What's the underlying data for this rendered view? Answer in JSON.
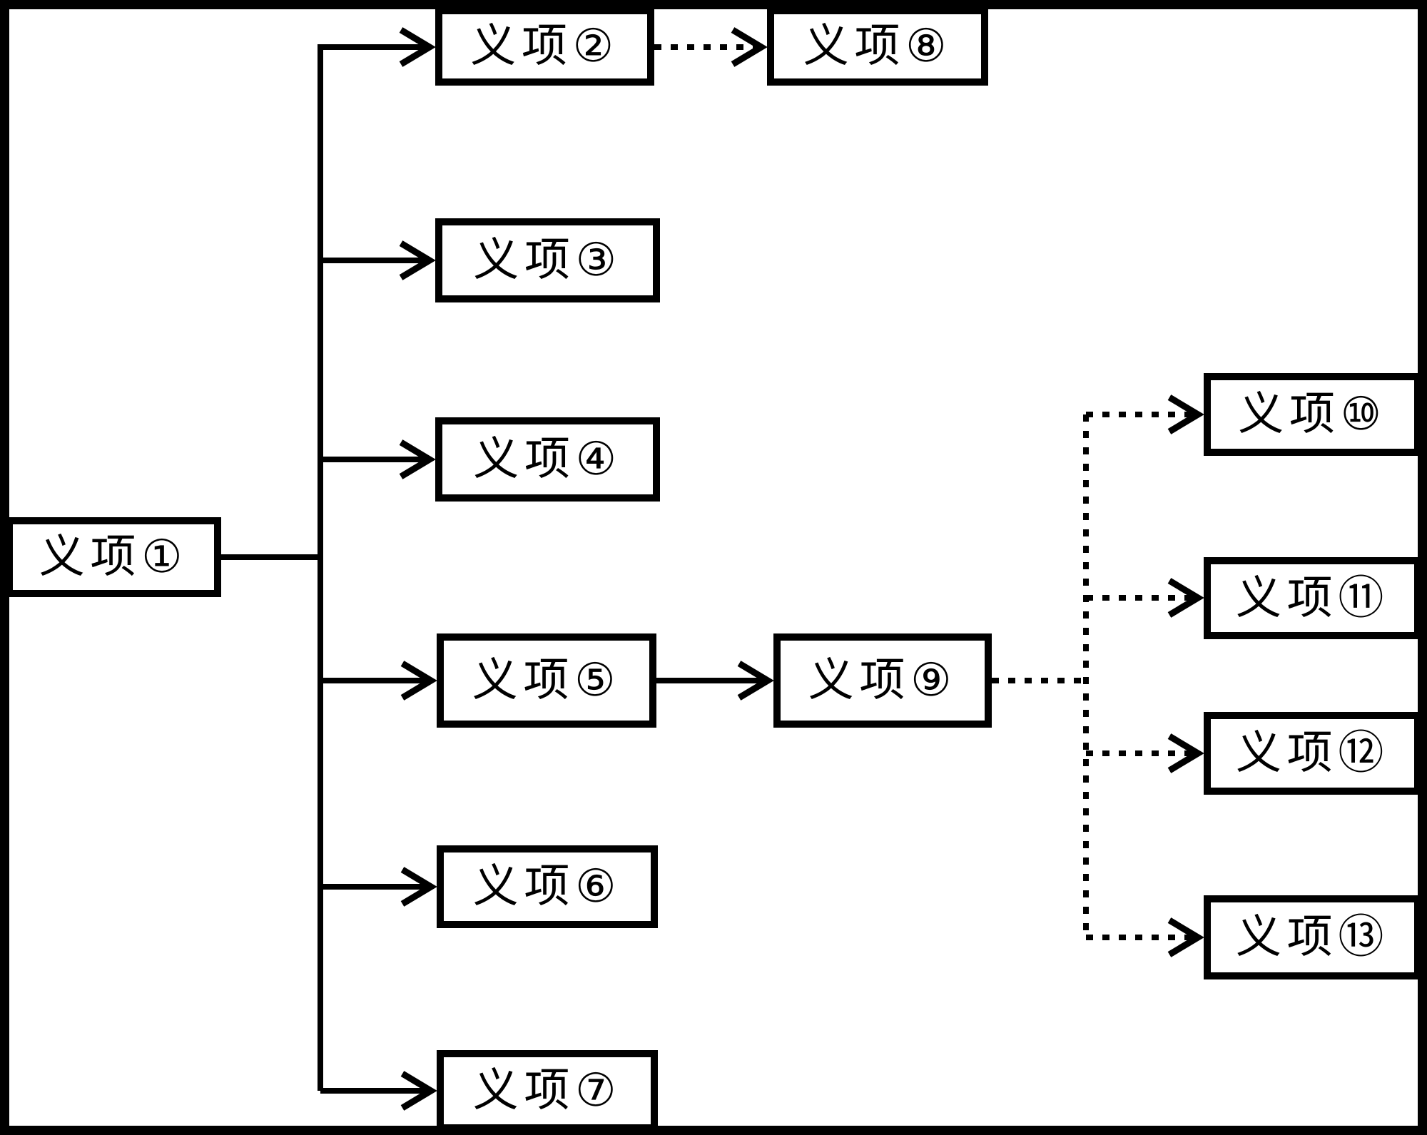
{
  "diagram": {
    "colors": {
      "line": "#000000",
      "background": "#ffffff"
    },
    "nodes": [
      {
        "id": 1,
        "label": "义项①"
      },
      {
        "id": 2,
        "label": "义项②"
      },
      {
        "id": 3,
        "label": "义项③"
      },
      {
        "id": 4,
        "label": "义项④"
      },
      {
        "id": 5,
        "label": "义项⑤"
      },
      {
        "id": 6,
        "label": "义项⑥"
      },
      {
        "id": 7,
        "label": "义项⑦"
      },
      {
        "id": 8,
        "label": "义项⑧"
      },
      {
        "id": 9,
        "label": "义项⑨"
      },
      {
        "id": 10,
        "label": "义项⑩"
      },
      {
        "id": 11,
        "label": "义项⑪"
      },
      {
        "id": 12,
        "label": "义项⑫"
      },
      {
        "id": 13,
        "label": "义项⑬"
      }
    ],
    "edges": [
      {
        "from": 1,
        "to": 2,
        "style": "solid"
      },
      {
        "from": 1,
        "to": 3,
        "style": "solid"
      },
      {
        "from": 1,
        "to": 4,
        "style": "solid"
      },
      {
        "from": 1,
        "to": 5,
        "style": "solid"
      },
      {
        "from": 1,
        "to": 6,
        "style": "solid"
      },
      {
        "from": 1,
        "to": 7,
        "style": "solid"
      },
      {
        "from": 2,
        "to": 8,
        "style": "dotted"
      },
      {
        "from": 5,
        "to": 9,
        "style": "solid"
      },
      {
        "from": 9,
        "to": 10,
        "style": "dotted"
      },
      {
        "from": 9,
        "to": 11,
        "style": "dotted"
      },
      {
        "from": 9,
        "to": 12,
        "style": "dotted"
      },
      {
        "from": 9,
        "to": 13,
        "style": "dotted"
      }
    ]
  }
}
